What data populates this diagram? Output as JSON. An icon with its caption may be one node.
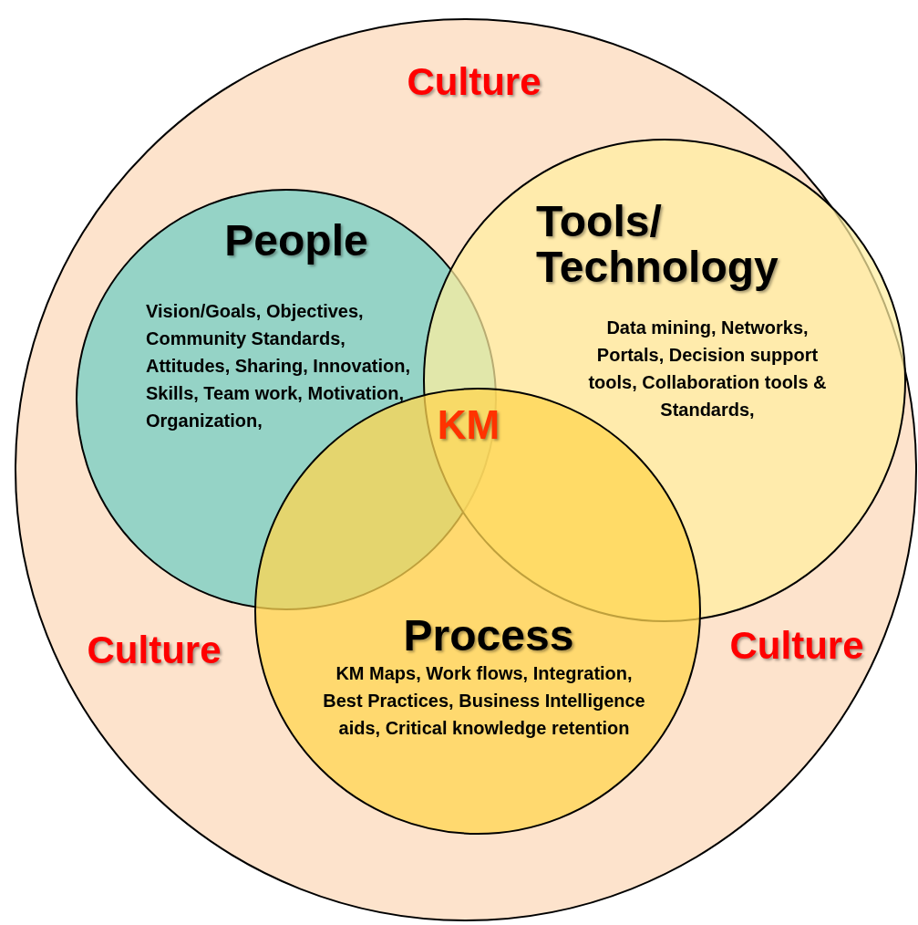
{
  "diagram": {
    "nodes": [
      {
        "text": [
          "Culture",
          "Culture",
          "Culture"
        ]
      },
      {
        "text": [
          "People",
          "Vision/Goals, Objectives, Community Standards, Attitudes, Sharing, Innovation, Skills, Team work, Motivation, Organization,"
        ],
        "in": 0
      },
      {
        "text": [
          "Tools/ Technology",
          "Data mining, Networks, Portals, Decision support tools, Collaboration tools & Standards,"
        ],
        "in": 0
      },
      {
        "text": [
          "Process",
          "KM Maps, Work flows, Integration, Best Practices, Business Intelligence aids, Critical knowledge retention"
        ],
        "in": 0
      }
    ],
    "labels": [
      "KM"
    ]
  }
}
